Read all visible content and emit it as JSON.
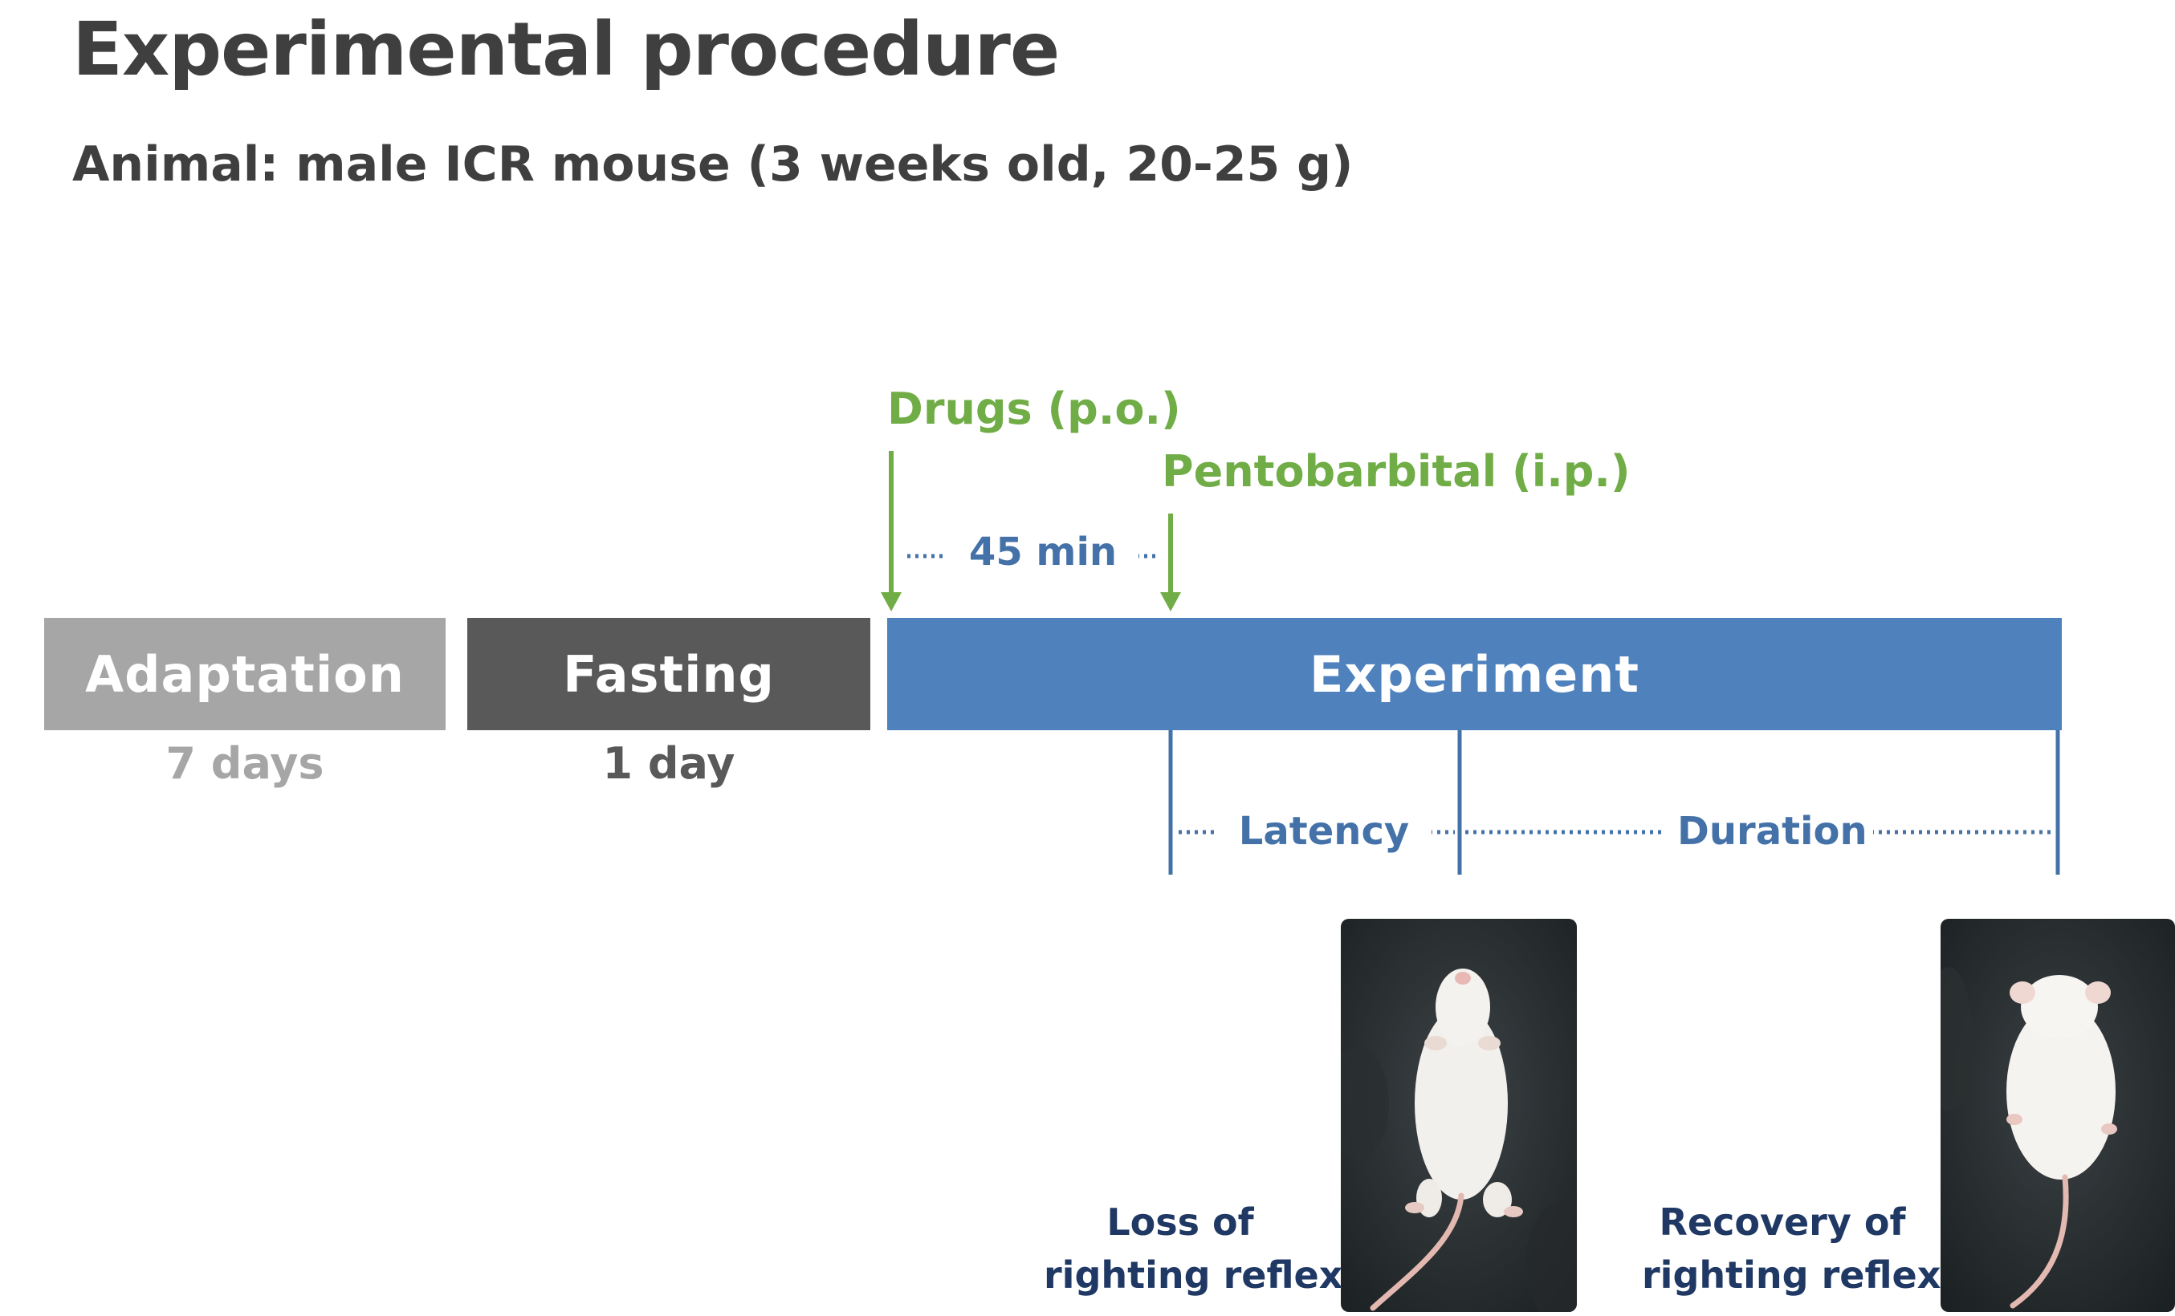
{
  "title": "Experimental procedure",
  "subtitle": "Animal: male ICR mouse (3 weeks old, 20-25 g)",
  "colors": {
    "adaptation": "#a6a6a6",
    "fasting": "#595959",
    "experiment": "#4f81bd",
    "green": "#70ad47",
    "blue": "#4472a8",
    "navy": "#1f3864"
  },
  "phases": [
    {
      "label": "Adaptation",
      "duration": "7 days"
    },
    {
      "label": "Fasting",
      "duration": "1 day"
    },
    {
      "label": "Experiment"
    }
  ],
  "interventions": {
    "drugs": "Drugs (p.o.)",
    "pentobarbital": "Pentobarbital (i.p.)",
    "interval": "45 min"
  },
  "measures": {
    "latency": "Latency",
    "duration": "Duration"
  },
  "photos": {
    "loss_caption_line1": "Loss of",
    "loss_caption_line2": "righting reflex",
    "recovery_caption_line1": "Recovery of",
    "recovery_caption_line2": "righting reflex"
  }
}
